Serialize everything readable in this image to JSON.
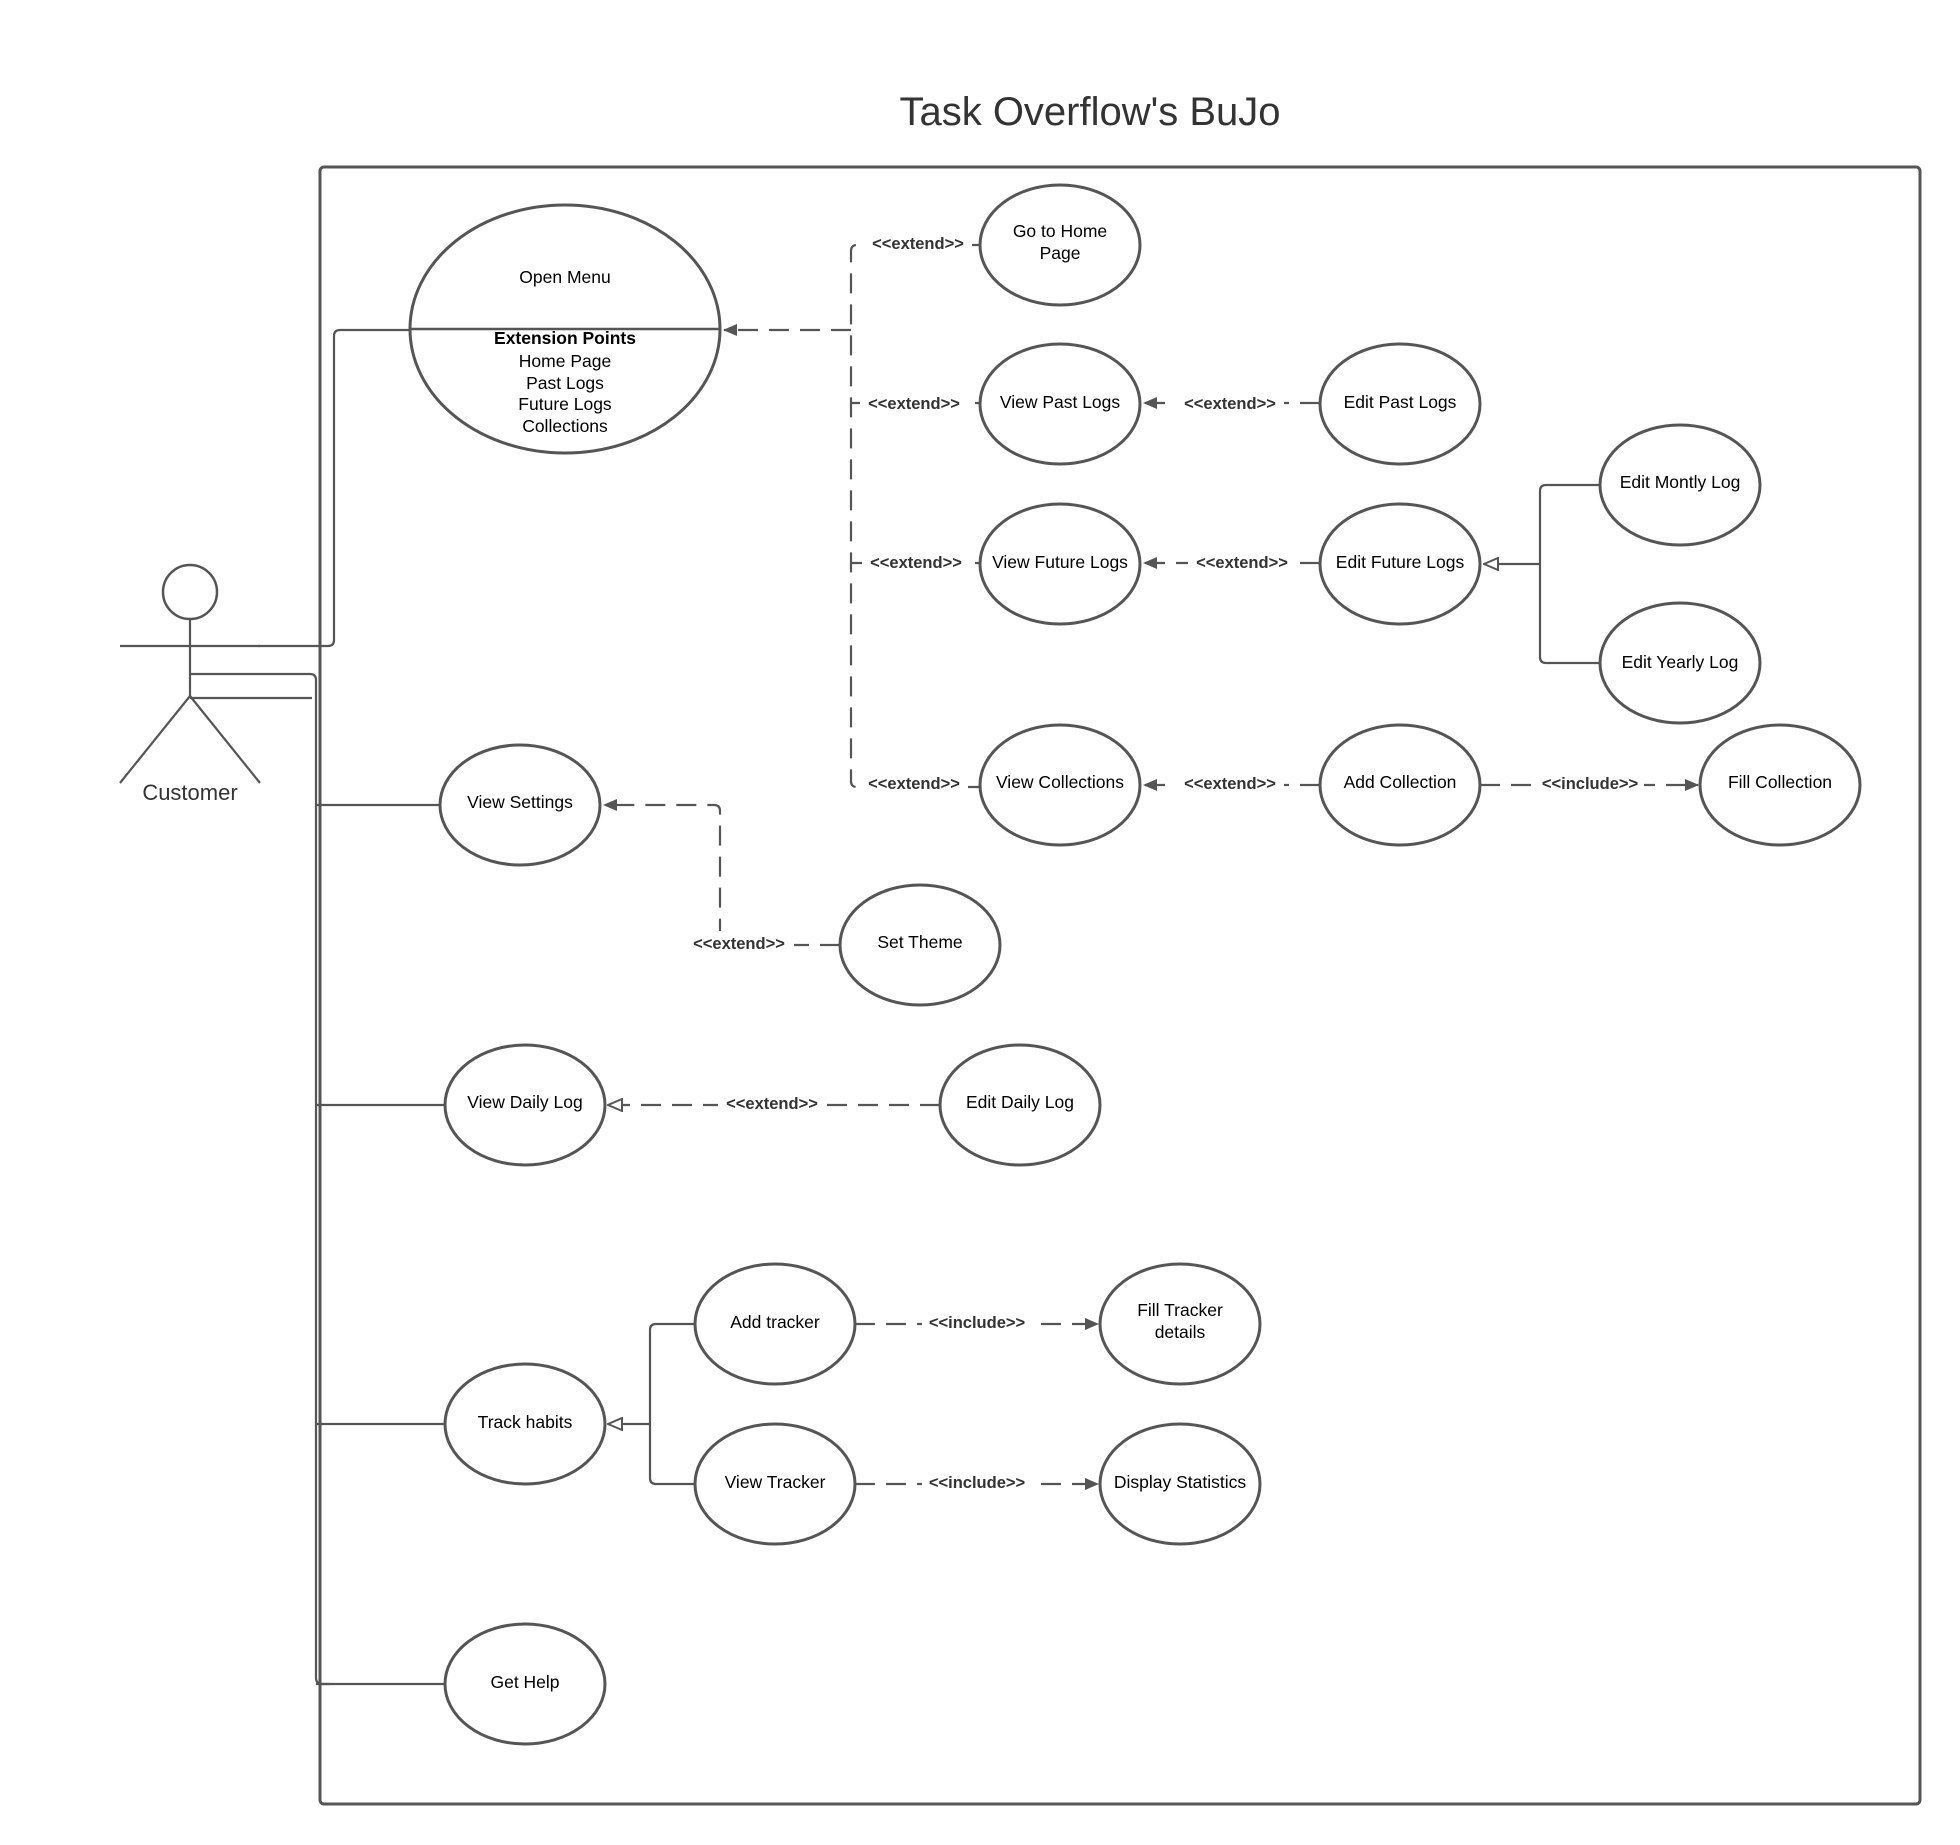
{
  "title": "Task Overflow's BuJo",
  "actor": {
    "label": "Customer"
  },
  "open_menu": {
    "label": "Open Menu",
    "extension_points_heading": "Extension Points",
    "extension_points": [
      "Home Page",
      "Past Logs",
      "Future Logs",
      "Collections"
    ]
  },
  "use_cases": {
    "go_home": {
      "lines": [
        "Go to Home",
        "Page"
      ]
    },
    "view_past_logs": {
      "lines": [
        "View Past Logs"
      ]
    },
    "edit_past_logs": {
      "lines": [
        "Edit Past Logs"
      ]
    },
    "edit_monthly_log": {
      "lines": [
        "Edit Montly Log"
      ]
    },
    "view_future_logs": {
      "lines": [
        "View Future Logs"
      ]
    },
    "edit_future_logs": {
      "lines": [
        "Edit Future Logs"
      ]
    },
    "edit_yearly_log": {
      "lines": [
        "Edit Yearly Log"
      ]
    },
    "view_collections": {
      "lines": [
        "View Collections"
      ]
    },
    "add_collection": {
      "lines": [
        "Add Collection"
      ]
    },
    "fill_collection": {
      "lines": [
        "Fill Collection"
      ]
    },
    "view_settings": {
      "lines": [
        "View Settings"
      ]
    },
    "set_theme": {
      "lines": [
        "Set Theme"
      ]
    },
    "view_daily_log": {
      "lines": [
        "View Daily Log"
      ]
    },
    "edit_daily_log": {
      "lines": [
        "Edit Daily Log"
      ]
    },
    "add_tracker": {
      "lines": [
        "Add tracker"
      ]
    },
    "fill_tracker_details": {
      "lines": [
        "Fill Tracker",
        "details"
      ]
    },
    "track_habits": {
      "lines": [
        "Track habits"
      ]
    },
    "view_tracker": {
      "lines": [
        "View Tracker"
      ]
    },
    "display_statistics": {
      "lines": [
        "Display Statistics"
      ]
    },
    "get_help": {
      "lines": [
        "Get Help"
      ]
    }
  },
  "stereotypes": {
    "extend": "<<extend>>",
    "include": "<<include>>"
  },
  "colors": {
    "stroke": "#555555",
    "title": "#333333"
  }
}
